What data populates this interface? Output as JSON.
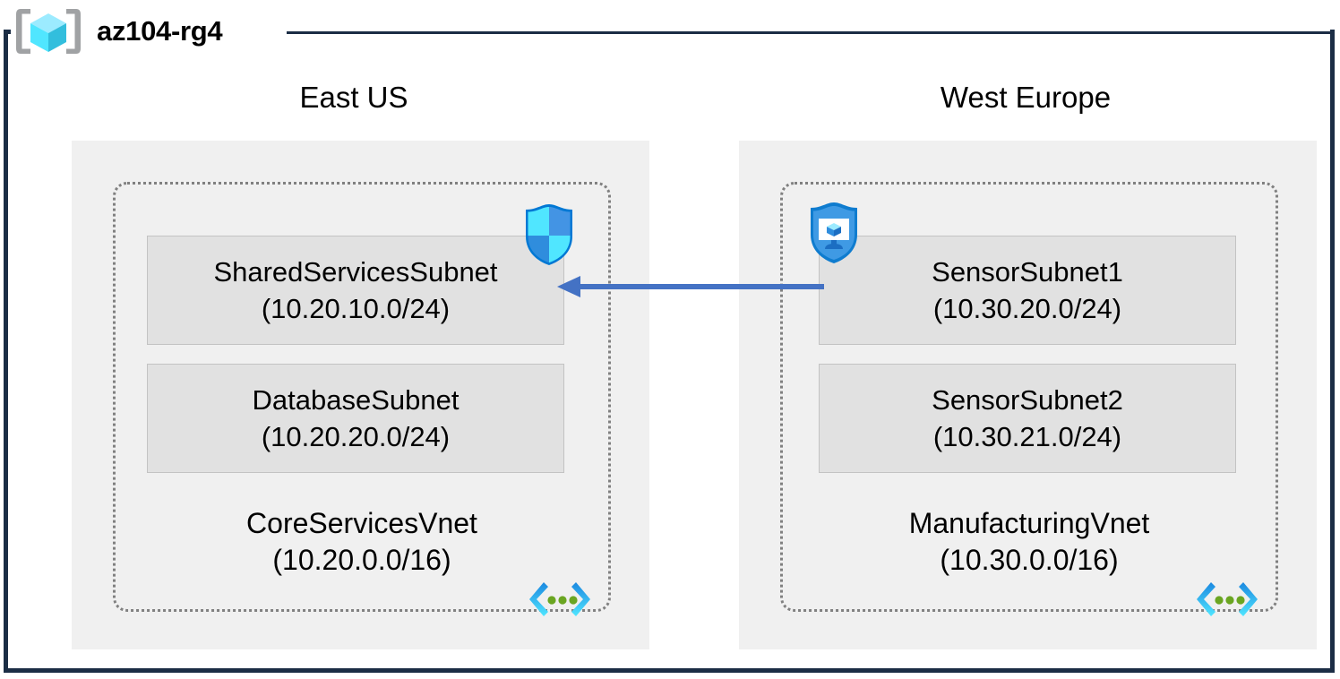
{
  "resource_group": {
    "name": "az104-rg4",
    "icon": "resource-group-icon"
  },
  "regions": [
    {
      "id": "eastus",
      "label": "East US"
    },
    {
      "id": "westeurope",
      "label": "West Europe"
    }
  ],
  "vnets": [
    {
      "id": "core",
      "region": "eastus",
      "name": "CoreServicesVnet",
      "address_space": "(10.20.0.0/16)",
      "icon": "virtual-network-icon",
      "subnets": [
        {
          "id": "shared",
          "name": "SharedServicesSubnet",
          "address_prefix": "(10.20.10.0/24)",
          "icon": "network-security-group-shield-icon"
        },
        {
          "id": "database",
          "name": "DatabaseSubnet",
          "address_prefix": "(10.20.20.0/24)",
          "icon": ""
        }
      ]
    },
    {
      "id": "manu",
      "region": "westeurope",
      "name": "ManufacturingVnet",
      "address_space": "(10.30.0.0/16)",
      "icon": "virtual-network-icon",
      "subnets": [
        {
          "id": "sensor1",
          "name": "SensorSubnet1",
          "address_prefix": "(10.30.20.0/24)",
          "icon": "defender-for-cloud-shield-icon"
        },
        {
          "id": "sensor2",
          "name": "SensorSubnet2",
          "address_prefix": "(10.30.21.0/24)",
          "icon": ""
        }
      ]
    }
  ],
  "connections": [
    {
      "id": "peering",
      "from": "SensorSubnet1",
      "to": "SharedServicesSubnet",
      "direction": "left",
      "style": "solid-arrow",
      "label": ""
    }
  ],
  "colors": {
    "frame_border": "#1b2d45",
    "region_fill": "#f0f0f0",
    "vnet_border": "#808080",
    "subnet_fill": "#e1e1e1",
    "subnet_border": "#c3c3c3",
    "arrow": "#4472c4",
    "azure_blue": "#1b88e0",
    "azure_cyan": "#50e6ff",
    "vnet_icon_green": "#6aa521",
    "text": "#000000"
  }
}
